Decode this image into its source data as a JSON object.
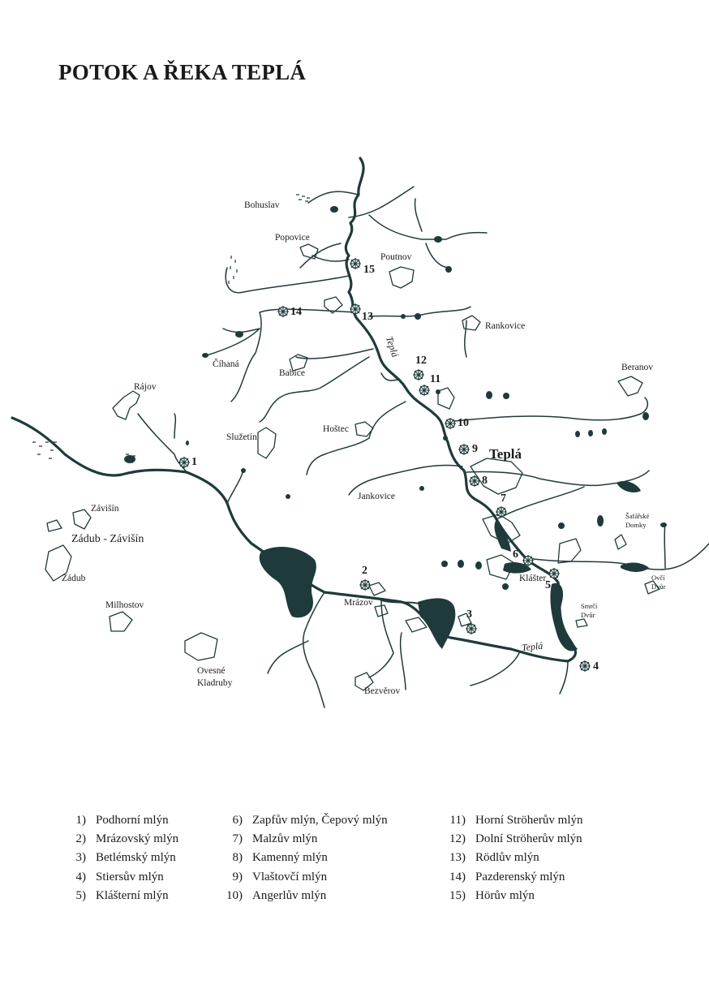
{
  "title": "POTOK A ŘEKA TEPLÁ",
  "places": {
    "bohuslav": "Bohuslav",
    "popovice": "Popovice",
    "poutnov": "Poutnov",
    "rankovice": "Rankovice",
    "cihana": "Číhaná",
    "babice": "Babice",
    "beranov": "Beranov",
    "rajov": "Rájov",
    "sluzetin": "Služetín",
    "hostec": "Hoštec",
    "tepla_town": "Teplá",
    "jankovice": "Jankovice",
    "zavisin": "Závišín",
    "zadub_zavisin": "Zádub - Závišín",
    "zadub": "Zádub",
    "milhostov": "Milhostov",
    "ovesne_kladruby": "Ovesné Kladruby",
    "mrazov": "Mrázov",
    "bezverov": "Bezvěrov",
    "klaster": "Klášter",
    "safarske_domky": "Šafářské Domky",
    "ovci_dvur": "Ovčí Dvůr",
    "smrci_dvur": "Smrčí Dvůr",
    "river_upper": "Teplá",
    "river_lower": "Teplá"
  },
  "mill_numbers": [
    "1",
    "2",
    "3",
    "4",
    "5",
    "6",
    "7",
    "8",
    "9",
    "10",
    "11",
    "12",
    "13",
    "14",
    "15"
  ],
  "legend": [
    {
      "num": "1)",
      "name": "Podhorní mlýn"
    },
    {
      "num": "2)",
      "name": "Mrázovský mlýn"
    },
    {
      "num": "3)",
      "name": "Betlémský mlýn"
    },
    {
      "num": "4)",
      "name": "Stiersův mlýn"
    },
    {
      "num": "5)",
      "name": "Klášterní mlýn"
    },
    {
      "num": "6)",
      "name": "Zapfův mlýn, Čepový mlýn"
    },
    {
      "num": "7)",
      "name": "Malzův mlýn"
    },
    {
      "num": "8)",
      "name": "Kamenný mlýn"
    },
    {
      "num": "9)",
      "name": "Vlaštovčí mlýn"
    },
    {
      "num": "10)",
      "name": "Angerlův mlýn"
    },
    {
      "num": "11)",
      "name": "Horní Ströherův mlýn"
    },
    {
      "num": "12)",
      "name": "Dolní Ströherův mlýn"
    },
    {
      "num": "13)",
      "name": "Rödlův mlýn"
    },
    {
      "num": "14)",
      "name": "Pazderenský mlýn"
    },
    {
      "num": "15)",
      "name": "Hörův mlýn"
    }
  ],
  "colors": {
    "ink": "#1f3a3a",
    "text": "#1a1a1a"
  }
}
